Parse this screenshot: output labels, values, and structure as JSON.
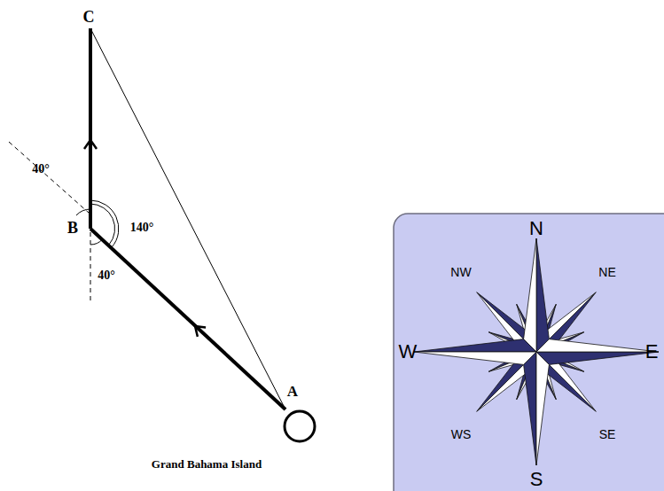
{
  "diagram": {
    "nodes": [
      {
        "text": [
          "N",
          "NE",
          "E",
          "SE",
          "S",
          "WS",
          "W",
          "NW"
        ]
      }
    ],
    "labels": [
      "C",
      "40°",
      "B",
      "140°",
      "40°",
      "A",
      "Grand Bahama Island"
    ]
  }
}
